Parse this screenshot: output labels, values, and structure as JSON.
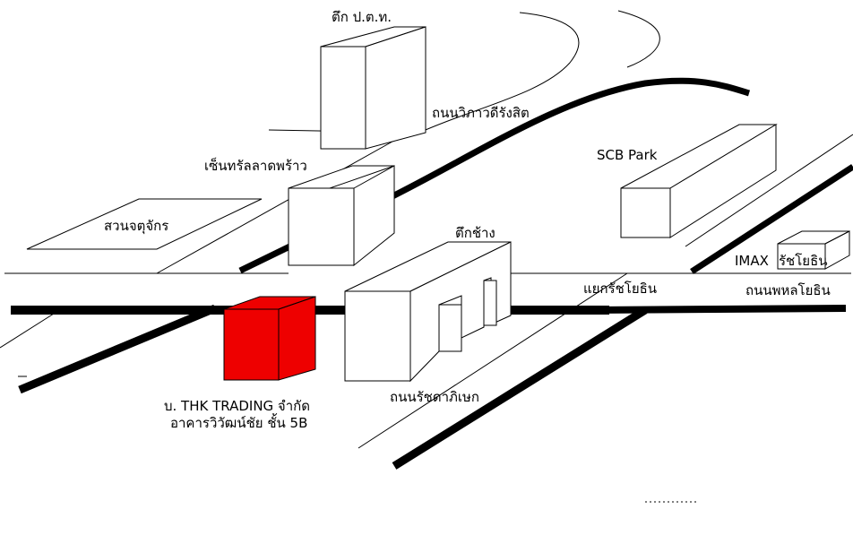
{
  "map": {
    "colors": {
      "background": "#ffffff",
      "line": "#000000",
      "target_building": "#ee0000"
    },
    "landmarks": {
      "ptt_building": "ตึก ป.ต.ท.",
      "central_ladprao": "เซ็นทรัลลาดพร้าว",
      "chatuchak_park": "สวนจตุจักร",
      "elephant_building": "ตึกช้าง",
      "scb_park": "SCB Park",
      "imax": "IMAX",
      "ratchayothin_area": "รัชโยธิน"
    },
    "roads": {
      "vibhavadi_rangsit": "ถนนวิภาวดีรังสิต",
      "ratchayothin_intersection": "แยกรัชโยธิน",
      "phahonyothin": "ถนนพหลโยธิน",
      "ratchadaphisek": "ถนนรัชดาภิเษก"
    },
    "destination": {
      "company": "บ. THK TRADING จำกัด",
      "building_floor": "อาคารวิวัฒน์ชัย ชั้น 5B"
    }
  }
}
